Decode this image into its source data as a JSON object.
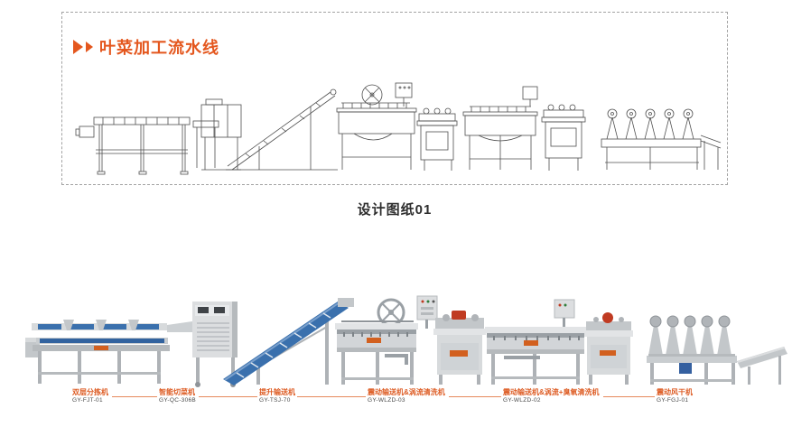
{
  "header": {
    "title": "叶菜加工流水线",
    "caption": "设计图纸01"
  },
  "colors": {
    "accent_orange": "#e4571e",
    "label_orange": "#dd5a21",
    "leader_line": "#e68a5c",
    "model_text": "#4a4a4a",
    "dashed_border": "#a3a3a3",
    "belt_blue": "#3a70ad",
    "machine_tag_orange": "#d2601f",
    "motor_red": "#c03b22",
    "steel_light": "#dcdee0",
    "steel_mid": "#c3c7ca",
    "steel_dark": "#9aa0a5"
  },
  "icons": {
    "title_marker": "double-right-triangle-icon"
  },
  "machines": [
    {
      "name": "双层分拣机",
      "model": "GY-FJT-01"
    },
    {
      "name": "智能切菜机",
      "model": "GY-QC-306B"
    },
    {
      "name": "提升输送机",
      "model": "GY-TSJ-70"
    },
    {
      "name": "震动输送机&涡流清洗机",
      "model": "GY-WLZD-03"
    },
    {
      "name": "震动输送机&涡流+臭氧清洗机",
      "model": "GY-WLZD-02"
    },
    {
      "name": "震动风干机",
      "model": "GY-FGJ-01"
    }
  ]
}
